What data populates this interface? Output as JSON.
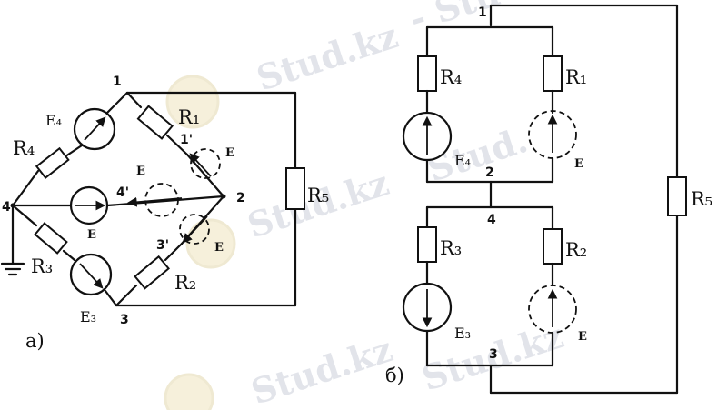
{
  "watermark": {
    "text": "Stud.kz",
    "fragment_top": "- Stu",
    "fragment_mid": "Stud."
  },
  "figure_a": {
    "caption": "а)",
    "nodes": {
      "n1": "1",
      "n2": "2",
      "n3": "3",
      "n4": "4",
      "n1p": "1'",
      "n3p": "3'",
      "n4p": "4'"
    },
    "resistors": {
      "r1": "R₁",
      "r2": "R₂",
      "r3": "R₃",
      "r4": "R₄",
      "r5": "R₅"
    },
    "sources": {
      "e3": "E₃",
      "e4": "E₄",
      "e_left": "E",
      "e_top": "E",
      "e_mid": "E",
      "e_low": "E"
    }
  },
  "figure_b": {
    "caption": "б)",
    "nodes": {
      "n1": "1",
      "n2": "2",
      "n3": "3",
      "n4": "4"
    },
    "resistors": {
      "r1": "R₁",
      "r2": "R₂",
      "r3": "R₃",
      "r4": "R₄",
      "r5": "R₅"
    },
    "sources": {
      "e3": "E₃",
      "e4": "E₄",
      "e_top": "E",
      "e_bottom": "E"
    }
  }
}
